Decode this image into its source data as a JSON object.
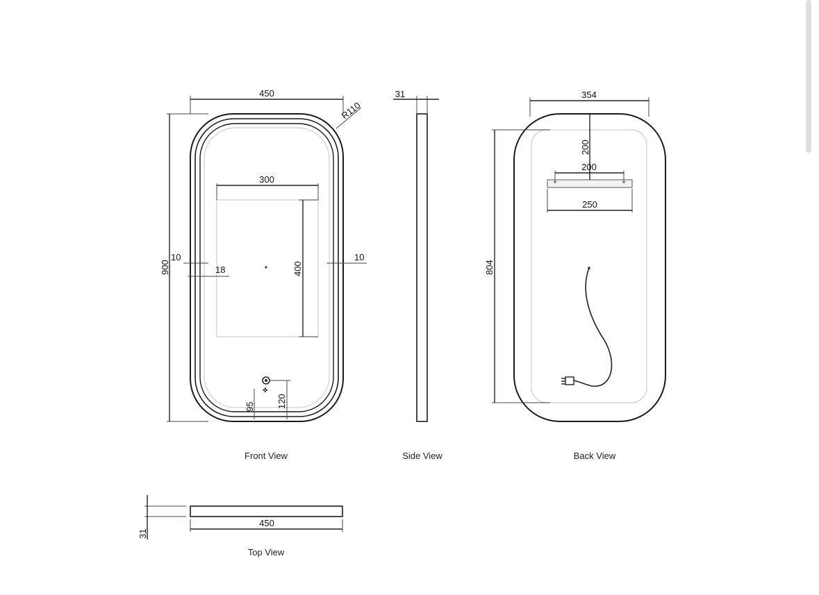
{
  "front_view": {
    "caption": "Front View",
    "dims": {
      "width": "450",
      "radius": "R110",
      "height": "900",
      "inner_width": "300",
      "inner_height": "400",
      "margin_left": "10",
      "margin_right": "10",
      "inset": "18",
      "bottom_95": "95",
      "bottom_120": "120"
    }
  },
  "side_view": {
    "caption": "Side View",
    "dims": {
      "depth": "31"
    }
  },
  "back_view": {
    "caption": "Back View",
    "dims": {
      "width": "354",
      "top_offset": "200",
      "bracket_spacing": "200",
      "bracket_width": "250",
      "height": "804"
    }
  },
  "top_view": {
    "caption": "Top View",
    "dims": {
      "width": "450",
      "depth": "31"
    }
  },
  "colors": {
    "line": "#1a1a1a",
    "light_line": "#cfcfcf",
    "background": "#ffffff"
  }
}
